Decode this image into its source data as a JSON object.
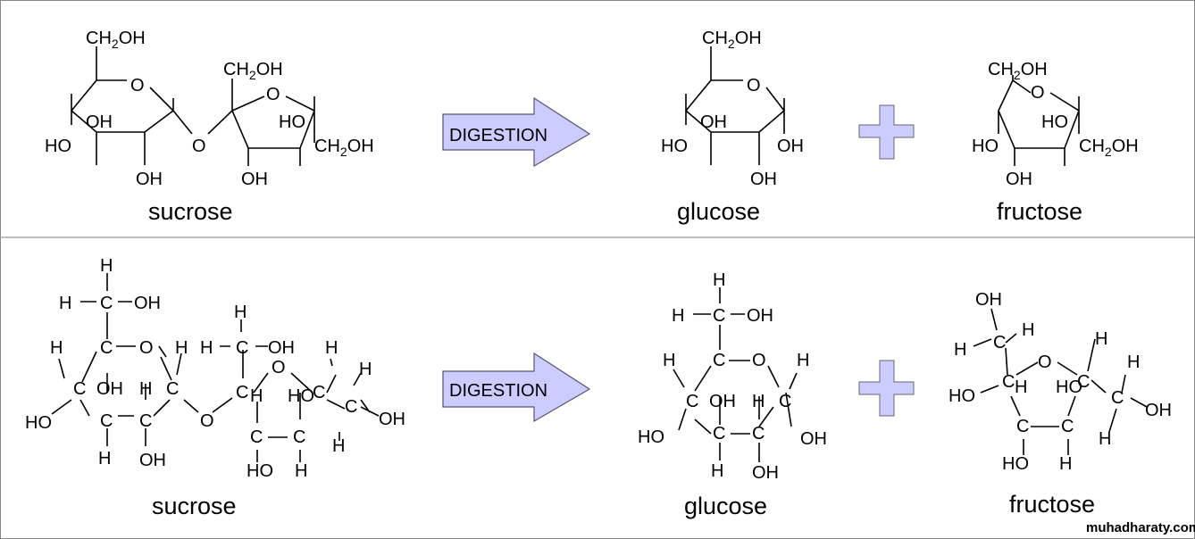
{
  "panels": {
    "top": {
      "arrow_label": "DIGESTION",
      "names": {
        "reactant": "sucrose",
        "product1": "glucose",
        "product2": "fructose"
      },
      "sucrose_atoms": [
        "CH2OH",
        "O",
        "OH",
        "HO",
        "OH",
        "O",
        "CH2OH",
        "O",
        "HO",
        "CH2OH",
        "OH"
      ],
      "glucose_atoms": [
        "CH2OH",
        "O",
        "OH",
        "HO",
        "OH",
        "OH"
      ],
      "fructose_atoms": [
        "CH2OH",
        "O",
        "HO",
        "HO",
        "CH2OH",
        "OH"
      ]
    },
    "bottom": {
      "arrow_label": "DIGESTION",
      "names": {
        "reactant": "sucrose",
        "product1": "glucose",
        "product2": "fructose"
      }
    }
  },
  "watermark": "muhadharaty.com",
  "colors": {
    "arrow_fill": "#ccccff",
    "plus_fill": "#ccccff",
    "divider": "#999999",
    "border": "#888888"
  }
}
